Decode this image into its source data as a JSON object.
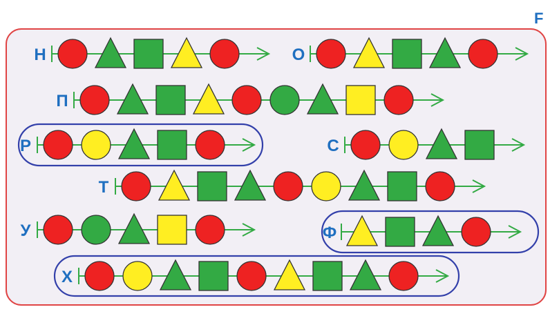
{
  "set_label": "F",
  "colors": {
    "red": "#ee2222",
    "yellow": "#ffee22",
    "green": "#33aa44",
    "line": "#33aa44",
    "frame": "#e04444",
    "frame_fill": "#f2eff5",
    "highlight": "#3340aa",
    "label": "#1f6fc0"
  },
  "sequences": [
    {
      "label": "Н",
      "highlighted": false,
      "shapes": [
        "red-circle",
        "green-triangle",
        "green-square",
        "yellow-triangle",
        "red-circle"
      ]
    },
    {
      "label": "О",
      "highlighted": false,
      "shapes": [
        "red-circle",
        "yellow-triangle",
        "green-square",
        "green-triangle",
        "red-circle"
      ]
    },
    {
      "label": "П",
      "highlighted": false,
      "shapes": [
        "red-circle",
        "green-triangle",
        "green-square",
        "yellow-triangle",
        "red-circle",
        "green-circle",
        "green-triangle",
        "yellow-square",
        "red-circle"
      ]
    },
    {
      "label": "Р",
      "highlighted": true,
      "shapes": [
        "red-circle",
        "yellow-circle",
        "green-triangle",
        "green-square",
        "red-circle"
      ]
    },
    {
      "label": "С",
      "highlighted": false,
      "shapes": [
        "red-circle",
        "yellow-circle",
        "green-triangle",
        "green-square"
      ]
    },
    {
      "label": "Т",
      "highlighted": false,
      "shapes": [
        "red-circle",
        "yellow-triangle",
        "green-square",
        "green-triangle",
        "red-circle",
        "yellow-circle",
        "green-triangle",
        "green-square",
        "red-circle"
      ]
    },
    {
      "label": "У",
      "highlighted": false,
      "shapes": [
        "red-circle",
        "green-circle",
        "green-triangle",
        "yellow-square",
        "red-circle"
      ]
    },
    {
      "label": "Ф",
      "highlighted": true,
      "shapes": [
        "yellow-triangle",
        "green-square",
        "green-triangle",
        "red-circle"
      ]
    },
    {
      "label": "Х",
      "highlighted": true,
      "shapes": [
        "red-circle",
        "yellow-circle",
        "green-triangle",
        "green-square",
        "red-circle",
        "yellow-triangle",
        "green-square",
        "green-triangle",
        "red-circle"
      ]
    }
  ]
}
